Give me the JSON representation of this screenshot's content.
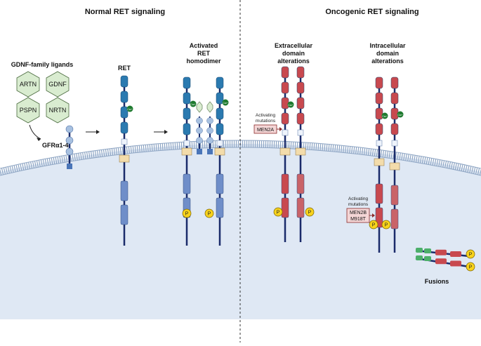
{
  "headers": {
    "left": "Normal RET signaling",
    "right": "Oncogenic RET signaling"
  },
  "ligands": {
    "title": "GDNF-family ligands",
    "items": [
      "ARTN",
      "GDNF",
      "PSPN",
      "NRTN"
    ]
  },
  "labels": {
    "gfra": "GFRα1-4",
    "ret": "RET",
    "dimer_line1": "Activated",
    "dimer_line2": "RET",
    "dimer_line3": "homodimer",
    "extra_line1": "Extracellular",
    "extra_line2": "domain",
    "extra_line3": "alterations",
    "intra_line1": "Intracellular",
    "intra_line2": "domain",
    "intra_line3": "alterations",
    "fusions": "Fusions",
    "act1_line1": "Activating",
    "act1_line2": "mutations",
    "men2a": "MEN2A",
    "act2_line1": "Activating",
    "act2_line2": "mutations",
    "men2b_line1": "MEN2B",
    "men2b_line2": "M918T",
    "phospho": "P",
    "calcium": "Ca²⁺"
  },
  "colors": {
    "normal_blue": "#2b7ab0",
    "tm_domain": "#f3dcab",
    "kinase_blue": "#6f8ec9",
    "mutant_red": "#c8494f",
    "mutant_light": "#c96368",
    "fusion_green": "#4caf6a",
    "phospho_yellow": "#f7d21c",
    "calcium_green": "#1e7a2e",
    "hexagon_green": "#d9ecd0",
    "membrane": "#8fa6c4",
    "cytoplasm": "#dfe8f4"
  }
}
